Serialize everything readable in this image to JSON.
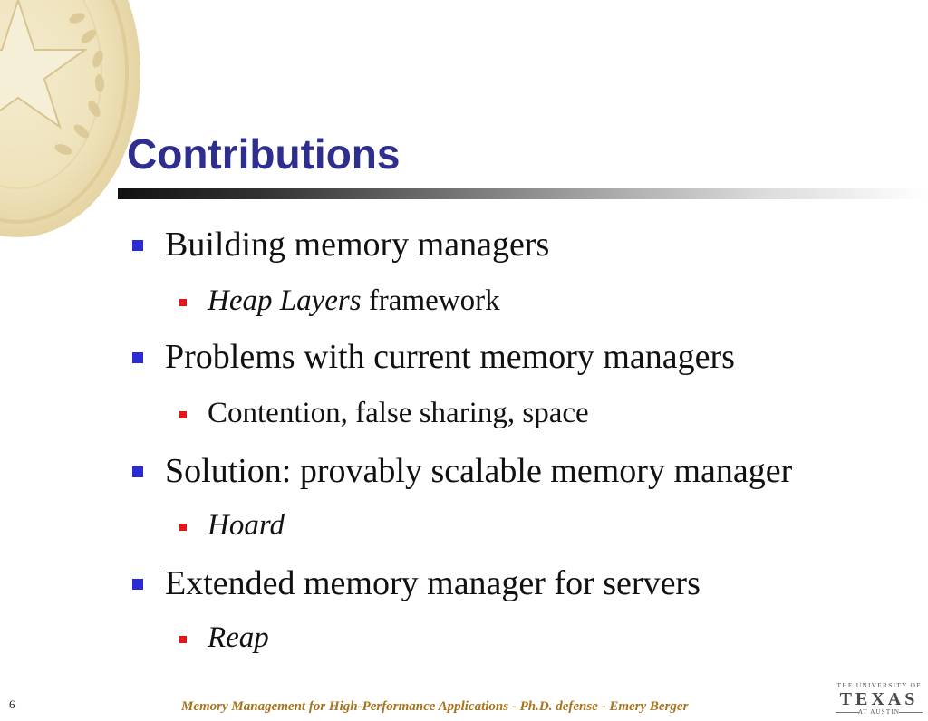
{
  "slide": {
    "title": "Contributions",
    "page_number": "6",
    "footer": "Memory Management for High-Performance Applications - Ph.D. defense - Emery Berger",
    "logo": {
      "top_line": "THE UNIVERSITY OF",
      "wordmark": "TEXAS",
      "bottom_line": "AT AUSTIN"
    }
  },
  "bullets": [
    {
      "text": "Building memory managers",
      "sub": {
        "italic": "Heap Layers",
        "rest": " framework"
      }
    },
    {
      "text": "Problems with current memory managers",
      "sub": {
        "italic": "",
        "rest": "Contention, false sharing, space"
      }
    },
    {
      "text": "Solution: provably scalable memory manager",
      "sub": {
        "italic": "Hoard",
        "rest": ""
      }
    },
    {
      "text": "Extended memory manager for servers",
      "sub": {
        "italic": "Reap",
        "rest": ""
      }
    }
  ],
  "colors": {
    "title": "#2e2e8f",
    "level1_bullet": "#2b2bd6",
    "level2_bullet": "#e01818",
    "footer": "#a8731a",
    "seal": "#efe3bd"
  }
}
